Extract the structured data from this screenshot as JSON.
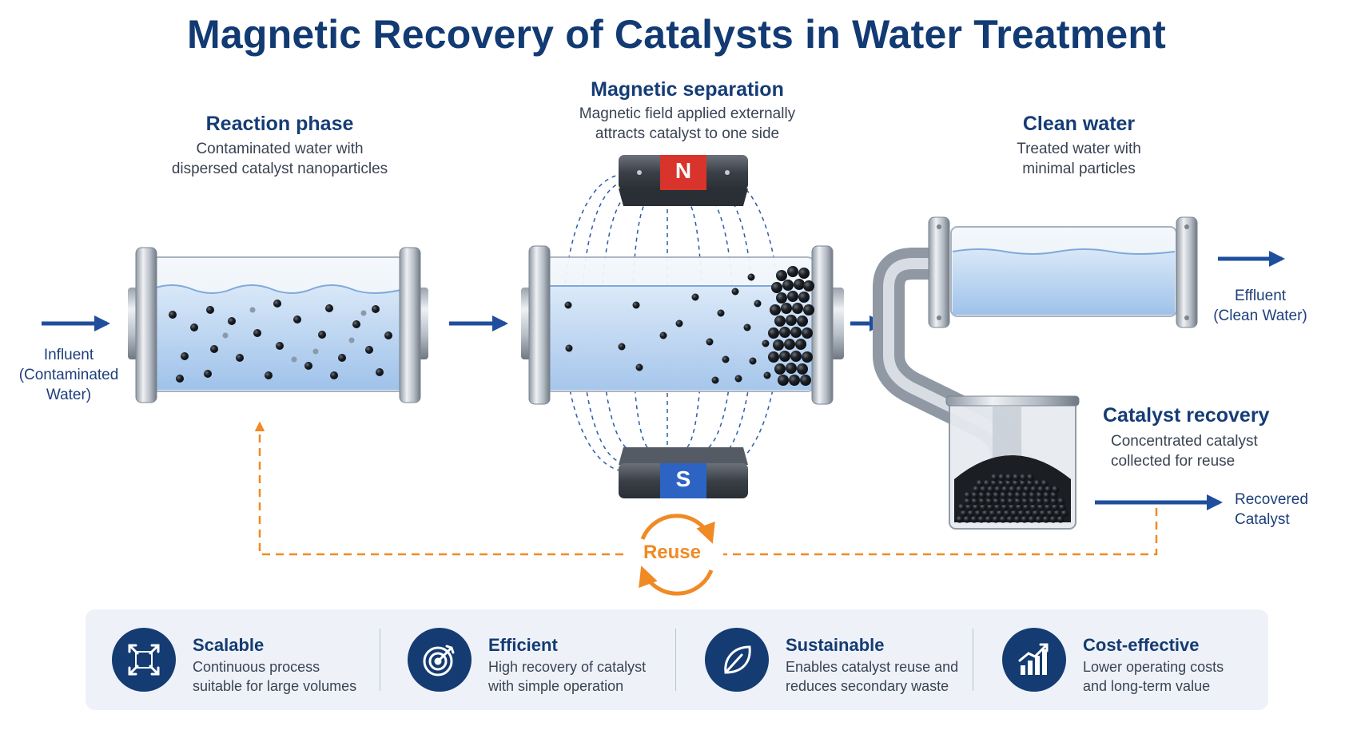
{
  "title": "Magnetic Recovery of Catalysts in Water Treatment",
  "stages": {
    "reaction": {
      "title": "Reaction phase",
      "description_lines": [
        "Contaminated water with",
        "dispersed catalyst nanoparticles"
      ]
    },
    "separation": {
      "title": "Magnetic separation",
      "description_lines": [
        "Magnetic field applied externally",
        "attracts catalyst to one side"
      ]
    },
    "clean": {
      "title": "Clean water",
      "description_lines": [
        "Treated water with",
        "minimal particles"
      ]
    },
    "recovery": {
      "title": "Catalyst recovery",
      "description_lines": [
        "Concentrated catalyst",
        "collected for reuse"
      ]
    }
  },
  "labels": {
    "influent_lines": [
      "Influent",
      "(Contaminated",
      "Water)"
    ],
    "effluent_lines": [
      "Effluent",
      "(Clean Water)"
    ],
    "recovered_lines": [
      "Recovered",
      "Catalyst"
    ],
    "reuse": "Reuse",
    "magnet_north": "N",
    "magnet_south": "S"
  },
  "features": [
    {
      "title": "Scalable",
      "desc_lines": [
        "Continuous process",
        "suitable for large volumes"
      ],
      "icon": "expand-arrows-icon"
    },
    {
      "title": "Efficient",
      "desc_lines": [
        "High recovery of catalyst",
        "with simple operation"
      ],
      "icon": "target-icon"
    },
    {
      "title": "Sustainable",
      "desc_lines": [
        "Enables catalyst reuse and",
        "reduces secondary waste"
      ],
      "icon": "leaf-icon"
    },
    {
      "title": "Cost-effective",
      "desc_lines": [
        "Lower operating costs",
        "and long-term value"
      ],
      "icon": "bar-chart-icon"
    }
  ],
  "colors": {
    "title": "#123a73",
    "flow_arrow": "#1f4e9c",
    "reuse_loop": "#f08a24",
    "magnet_north": "#d9342b",
    "magnet_south": "#2d64c4",
    "water": "#bcd6f2",
    "panel": "#eef2f8"
  }
}
